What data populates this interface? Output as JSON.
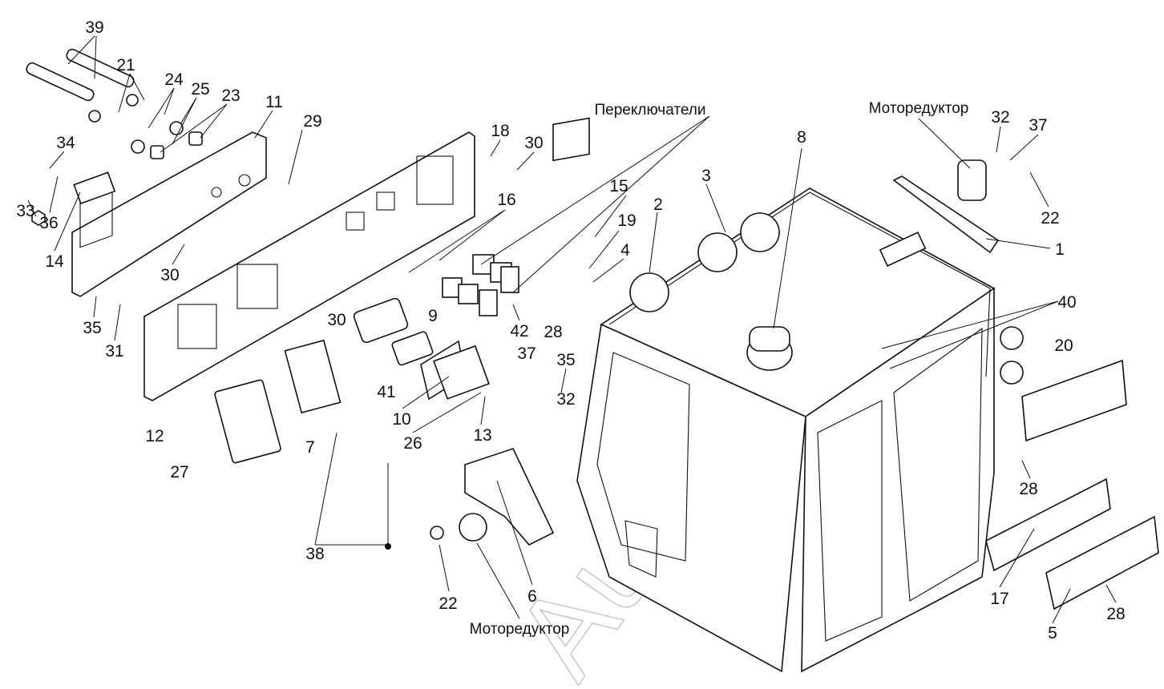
{
  "diagram": {
    "captions": {
      "switches": "Переключатели",
      "gearmotor_top": "Моторедуктор",
      "gearmotor_bottom": "Моторедуктор"
    },
    "watermark": "Autosoft",
    "callouts": [
      "39",
      "21",
      "24",
      "25",
      "23",
      "11",
      "29",
      "34",
      "33",
      "36",
      "14",
      "30",
      "35",
      "31",
      "12",
      "27",
      "7",
      "38",
      "41",
      "30",
      "9",
      "10",
      "26",
      "13",
      "37",
      "35",
      "32",
      "28",
      "42",
      "16",
      "18",
      "30",
      "15",
      "19",
      "4",
      "2",
      "3",
      "8",
      "32",
      "37",
      "22",
      "1",
      "40",
      "20",
      "28",
      "17",
      "5",
      "28",
      "22",
      "6"
    ]
  }
}
